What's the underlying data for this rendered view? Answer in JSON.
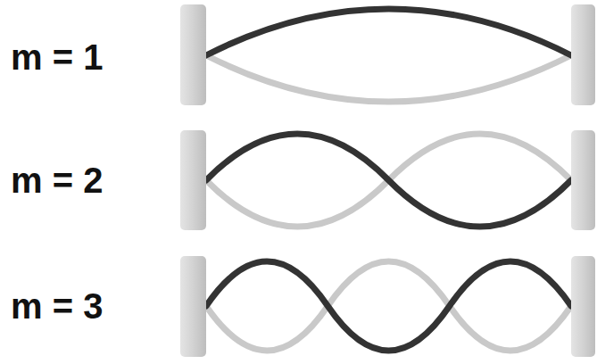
{
  "diagram": {
    "labels": [
      "m = 1",
      "m = 2",
      "m = 3"
    ]
  }
}
